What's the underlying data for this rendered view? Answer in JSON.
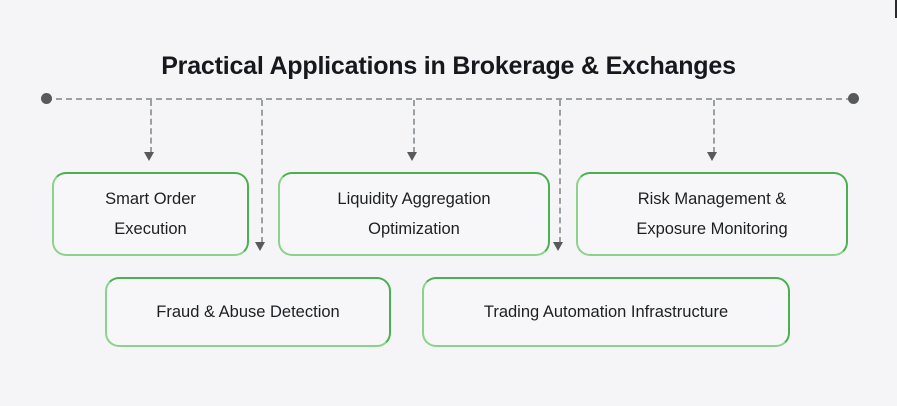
{
  "diagram": {
    "title": "Practical Applications in Brokerage & Exchanges",
    "colors": {
      "background": "#f5f5f7",
      "title_text": "#16181d",
      "card_fill": "#f7f7f9",
      "card_border_dark_green": "#4cb050",
      "card_border_light_green": "#8ad38a",
      "connector_gray": "#9aa0a6",
      "endpoint_dot": "#58595d",
      "card_text": "#1d1f24"
    },
    "spine": {
      "style": "dashed-horizontal",
      "left_endpoint": "spine-dot-left",
      "right_endpoint": "spine-dot-right"
    },
    "connectors": [
      {
        "name": "connector-to-smart-order-execution",
        "style": "dashed-vertical-arrow"
      },
      {
        "name": "connector-to-liquidity-aggregation-optimization",
        "style": "dashed-vertical-arrow"
      },
      {
        "name": "connector-to-risk-management-exposure-monitoring",
        "style": "dashed-vertical-arrow"
      },
      {
        "name": "connector-to-fraud-abuse-detection",
        "style": "dashed-vertical-arrow"
      },
      {
        "name": "connector-to-trading-automation-infrastructure",
        "style": "dashed-vertical-arrow"
      }
    ],
    "rows": [
      {
        "name": "top-row",
        "cards": [
          {
            "label": "Smart Order\nExecution"
          },
          {
            "label": "Liquidity Aggregation\nOptimization"
          },
          {
            "label": "Risk Management &\nExposure Monitoring"
          }
        ]
      },
      {
        "name": "bottom-row",
        "cards": [
          {
            "label": "Fraud & Abuse Detection"
          },
          {
            "label": "Trading Automation Infrastructure"
          }
        ]
      }
    ]
  }
}
